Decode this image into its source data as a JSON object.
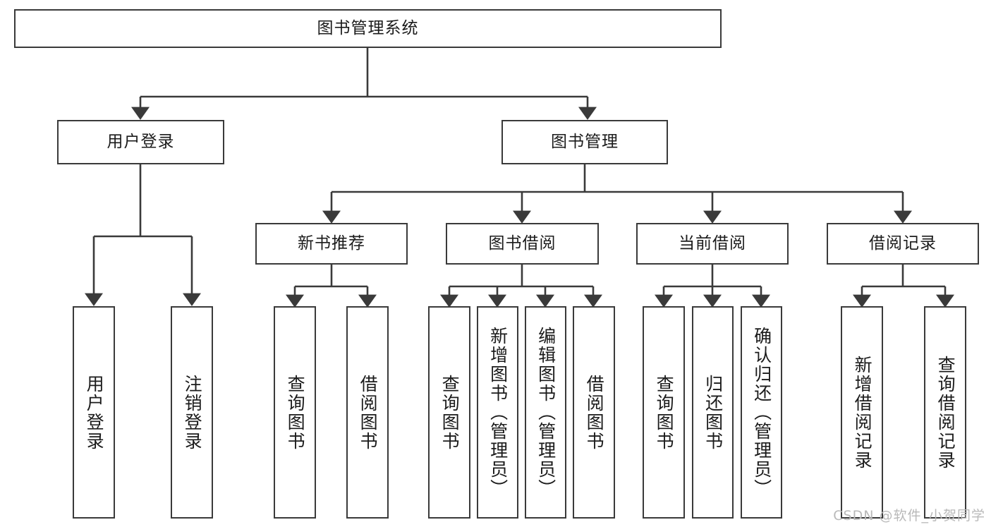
{
  "diagram": {
    "title": "图书管理系统",
    "type": "tree-hierarchy",
    "watermark": "CSDN @软件_小贺同学",
    "colors": {
      "background": "#ffffff",
      "node_border": "#3a3a3a",
      "node_fill": "#ffffff",
      "edge": "#3a3a3a",
      "text": "#1b1b1b",
      "watermark": "#b9b9b9"
    },
    "nodes": {
      "root": {
        "label": "图书管理系统"
      },
      "level2": [
        {
          "id": "user-login",
          "label": "用户登录"
        },
        {
          "id": "book-manage",
          "label": "图书管理"
        }
      ],
      "level3": [
        {
          "id": "new-book-recommend",
          "label": "新书推荐"
        },
        {
          "id": "book-borrow",
          "label": "图书借阅"
        },
        {
          "id": "current-borrow",
          "label": "当前借阅"
        },
        {
          "id": "borrow-record",
          "label": "借阅记录"
        }
      ],
      "leaves": {
        "user_login": [
          {
            "id": "leaf-user-login",
            "label": "用户登录"
          },
          {
            "id": "leaf-logout-login",
            "label": "注销登录"
          }
        ],
        "new_book_recommend": [
          {
            "id": "leaf-query-book-1",
            "label": "查询图书"
          },
          {
            "id": "leaf-borrow-book-1",
            "label": "借阅图书"
          }
        ],
        "book_borrow": [
          {
            "id": "leaf-query-book-2",
            "label": "查询图书"
          },
          {
            "id": "leaf-add-book",
            "label": "新增图书（管理员）"
          },
          {
            "id": "leaf-edit-book",
            "label": "编辑图书（管理员）"
          },
          {
            "id": "leaf-borrow-book-2",
            "label": "借阅图书"
          }
        ],
        "current_borrow": [
          {
            "id": "leaf-query-book-3",
            "label": "查询图书"
          },
          {
            "id": "leaf-return-book",
            "label": "归还图书"
          },
          {
            "id": "leaf-confirm-return",
            "label": "确认归还（管理员）"
          }
        ],
        "borrow_record": [
          {
            "id": "leaf-add-record",
            "label": "新增借阅记录"
          },
          {
            "id": "leaf-query-record",
            "label": "查询借阅记录"
          }
        ]
      }
    }
  }
}
